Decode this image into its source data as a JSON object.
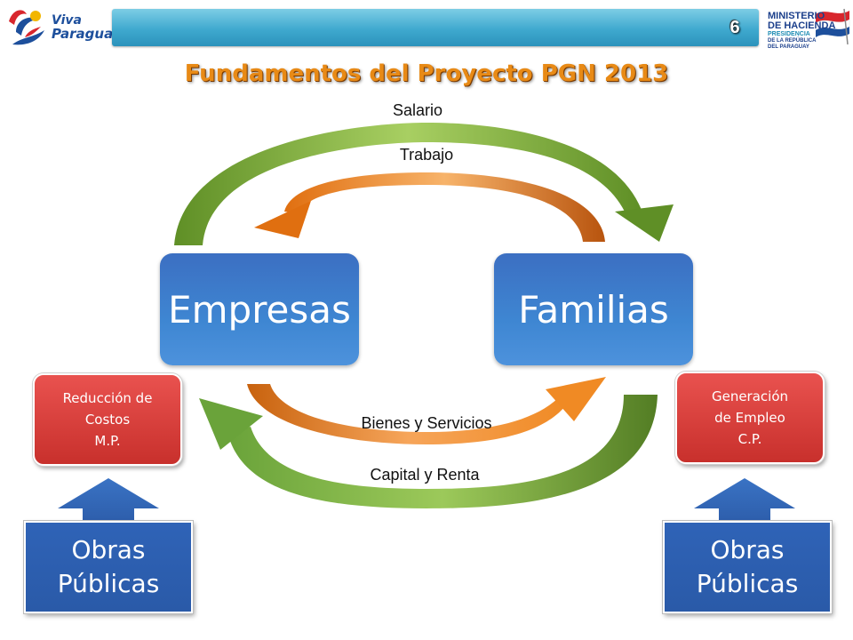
{
  "header": {
    "logo_left_line1": "Viva",
    "logo_left_line2": "Paraguay",
    "slide_number": "6",
    "logo_right": {
      "line1": "MINISTERIO",
      "line2": "DE HACIENDA",
      "line3": "PRESIDENCIA",
      "line4": "DE LA REPÚBLICA",
      "line5": "DEL PARAGUAY"
    }
  },
  "title": "Fundamentos del Proyecto PGN 2013",
  "flows": {
    "salario": "Salario",
    "trabajo": "Trabajo",
    "bienes": "Bienes y Servicios",
    "capital": "Capital y Renta"
  },
  "boxes": {
    "empresas": "Empresas",
    "familias": "Familias"
  },
  "effects": {
    "left": [
      "Reducción de",
      "Costos",
      "M.P."
    ],
    "right": [
      "Generación",
      "de Empleo",
      "C.P."
    ]
  },
  "obras": {
    "left": [
      "Obras",
      "Públicas"
    ],
    "right": [
      "Obras",
      "Públicas"
    ]
  },
  "colors": {
    "green_arrow": "#6a9a2e",
    "orange_arrow": "#e8781c",
    "blue_box": "#3e7fcf",
    "red_box": "#d53b37",
    "title": "#e88a16",
    "header_bar": "#3fa9cf"
  },
  "icons": [
    "viva-paraguay-logo",
    "ministerio-hacienda-logo",
    "up-arrow-icon"
  ]
}
